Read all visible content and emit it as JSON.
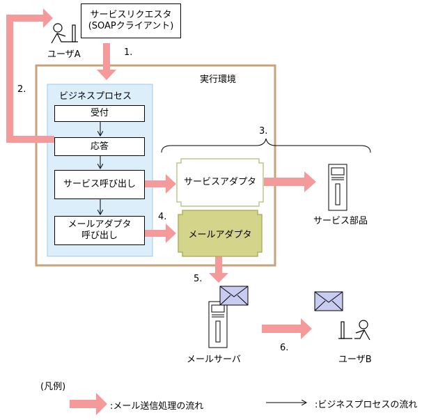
{
  "requester": {
    "line1": "サービスリクエスタ",
    "line2": "(SOAPクライアント)"
  },
  "user_a": "ユーザA",
  "user_b": "ユーザB",
  "exec_env": "実行環境",
  "business_process": "ビジネスプロセス",
  "steps": {
    "receive": "受付",
    "respond": "応答",
    "call_service": "サービス呼び出し",
    "call_mail_line1": "メールアダプタ",
    "call_mail_line2": "呼び出し"
  },
  "service_adapter": "サービスアダプタ",
  "mail_adapter": "メールアダプタ",
  "service_part": "サービス部品",
  "mail_server": "メールサーバ",
  "numbers": {
    "n1": "1.",
    "n2": "2.",
    "n3": "3.",
    "n4": "4.",
    "n5": "5.",
    "n6": "6."
  },
  "legend": {
    "title": "(凡例)",
    "mail_flow": ":メール送信処理の流れ",
    "bp_flow": ":ビジネスプロセスの流れ"
  },
  "colors": {
    "mail_arrow": "#f59a9a",
    "env_border": "#c8a27a",
    "bp_fill": "#ddeefb",
    "bp_border": "#9ec8e8",
    "mail_adapter_fill": "#d4d48a",
    "service_adapter_border": "#b8c88a",
    "envelope": "#c8ccf0"
  }
}
